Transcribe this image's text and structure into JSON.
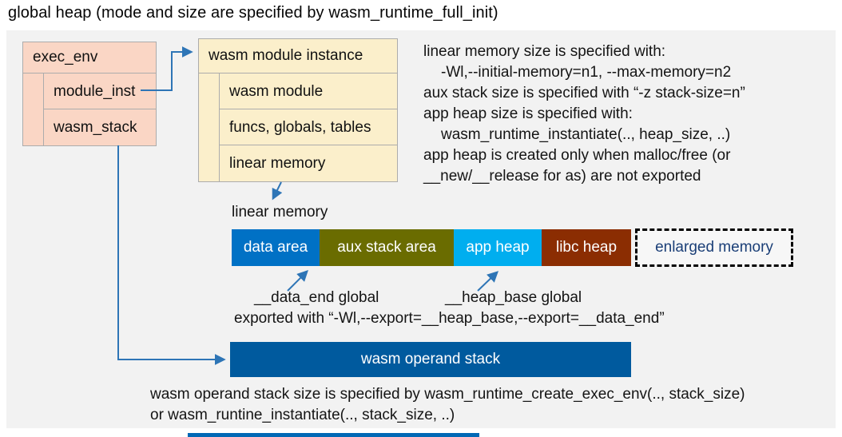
{
  "title": "global heap (mode and size are specified by wasm_runtime_full_init)",
  "exec_env_box": {
    "title": "exec_env",
    "rows": [
      "module_inst",
      "wasm_stack"
    ]
  },
  "module_instance_box": {
    "title": "wasm module instance",
    "rows": [
      "wasm module",
      "funcs, globals, tables",
      "linear memory"
    ]
  },
  "notes": {
    "lines": [
      "linear memory size is specified with:",
      "-Wl,--initial-memory=n1, --max-memory=n2",
      "aux stack size is specified with “-z stack-size=n”",
      "app heap size is specified with:",
      "wasm_runtime_instantiate(.., heap_size, ..)",
      "app heap is created only when malloc/free (or",
      "__new/__release for as) are not exported"
    ]
  },
  "linear_memory": {
    "label": "linear memory",
    "segments": [
      {
        "label": "data area",
        "color": "#0071C5"
      },
      {
        "label": "aux stack area",
        "color": "#6A6C00"
      },
      {
        "label": "app heap",
        "color": "#00AEEF"
      },
      {
        "label": "libc heap",
        "color": "#8B2D02"
      }
    ],
    "enlarged": {
      "label": "enlarged memory",
      "text_color": "#1B3F77"
    }
  },
  "annotations": {
    "data_end": "__data_end global",
    "heap_base": "__heap_base global",
    "export_line": "exported with “-Wl,--export=__heap_base,--export=__data_end”"
  },
  "operand_stack": {
    "label": "wasm operand stack",
    "color": "#005A9E"
  },
  "footer": {
    "lines": [
      "wasm operand stack size is specified by wasm_runtime_create_exec_env(.., stack_size)",
      "or wasm_runtine_instantiate(.., stack_size, ..)"
    ]
  },
  "colors": {
    "arrow_blue": "#2E75B6",
    "panel_bg": "#F2F2F2",
    "exec_env_fill": "#FAD6C5",
    "module_instance_fill": "#FBEFCB",
    "accent_bar": "#0068B5"
  }
}
